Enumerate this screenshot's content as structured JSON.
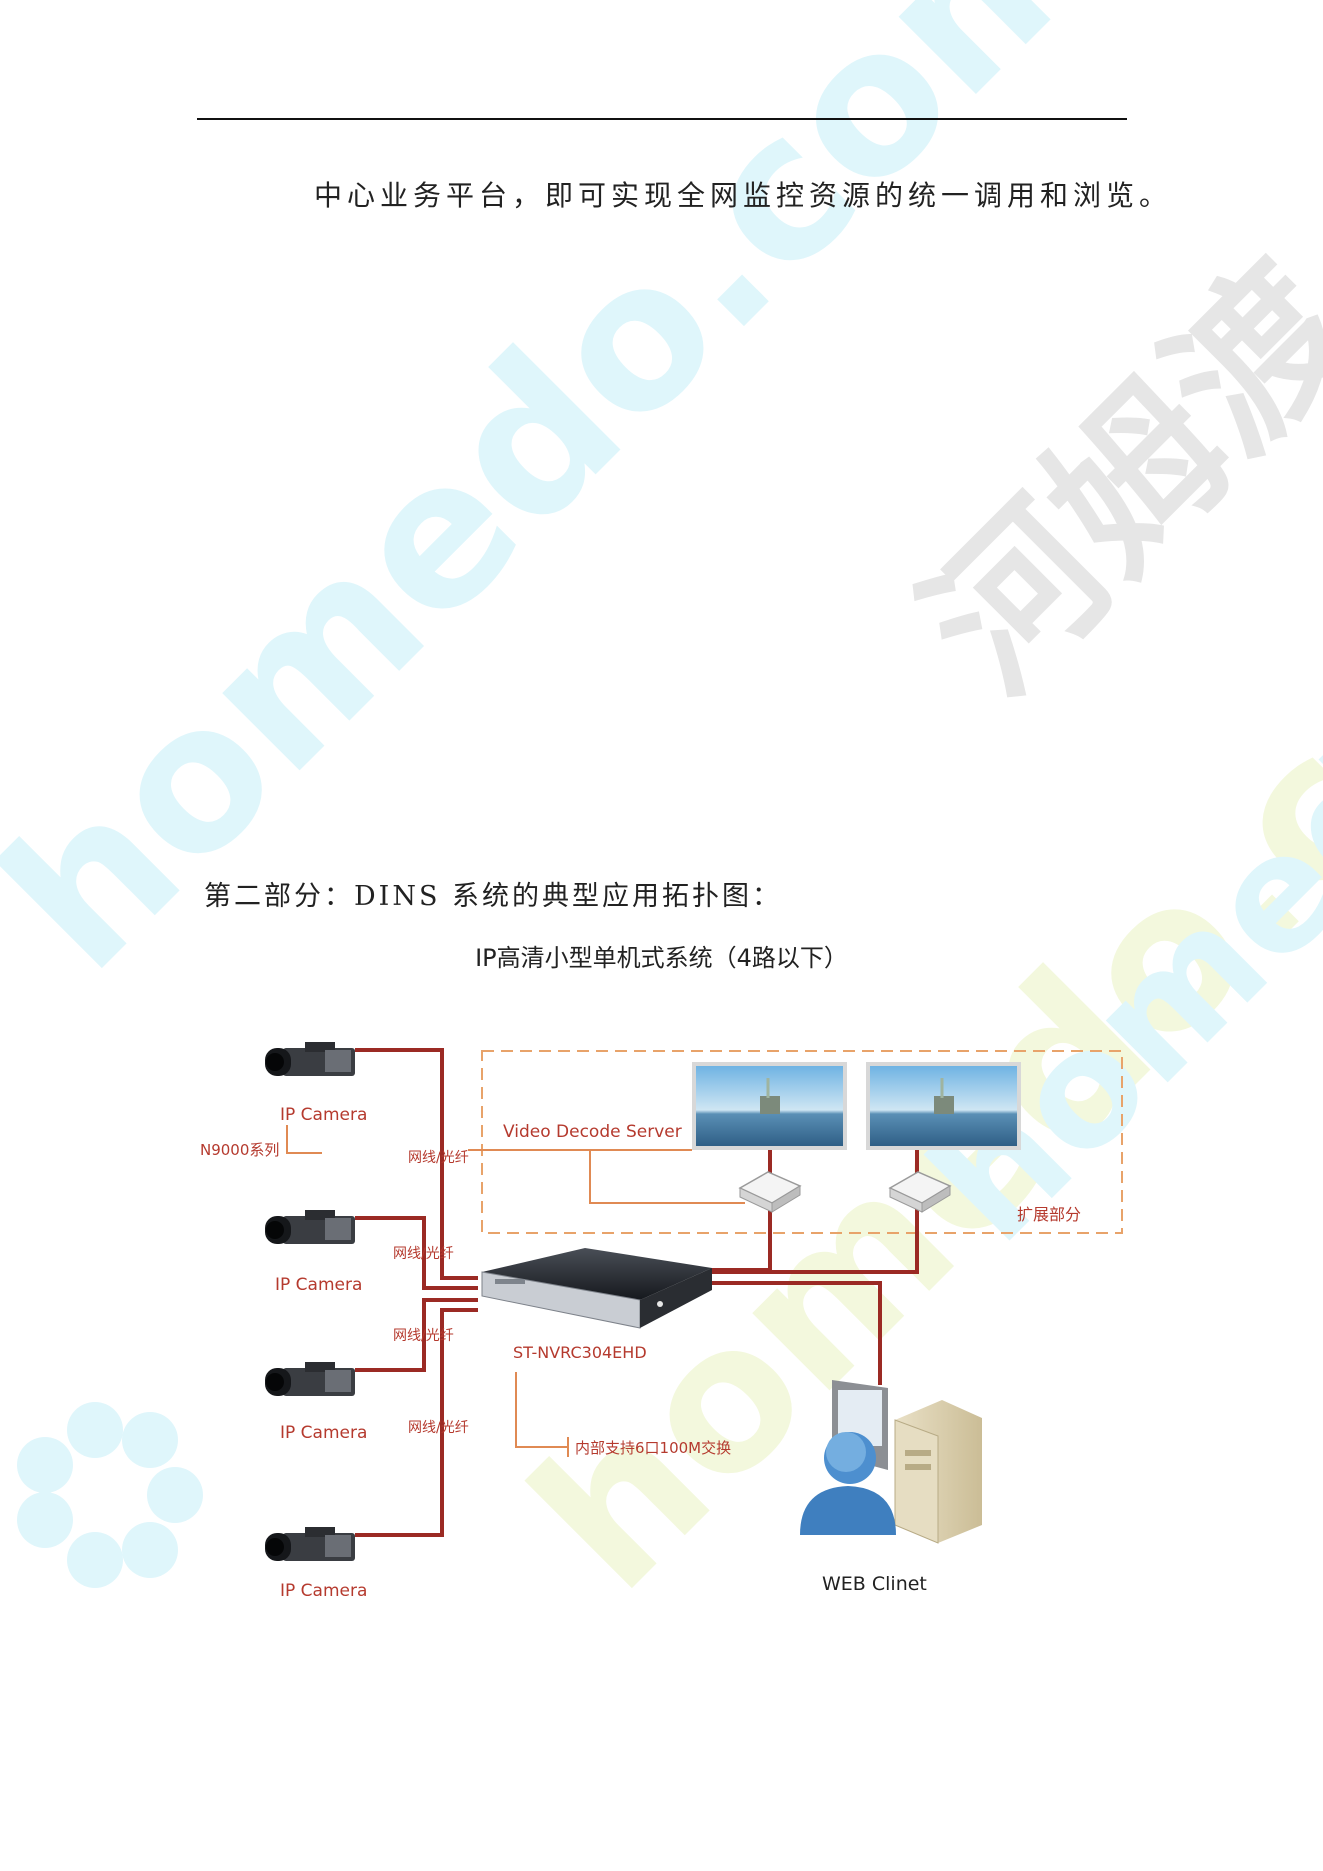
{
  "watermarks": {
    "brand_cn": "河姆渡",
    "domain": "homedo.com"
  },
  "body_text": {
    "paragraph": "中心业务平台，即可实现全网监控资源的统一调用和浏览。",
    "section_heading": "第二部分：DINS 系统的典型应用拓扑图："
  },
  "diagram": {
    "title": "IP高清小型单机式系统（4路以下）",
    "camera_label": "IP Camera",
    "series_label": "N9000系列",
    "link_label": "网线/光纤",
    "decode_server_label": "Video Decode Server",
    "expansion_label": "扩展部分",
    "nvr_model": "ST-NVRC304EHD",
    "nvr_note": "内部支持6口100M交换",
    "client_label": "WEB Clinet"
  },
  "colors": {
    "cable": "#9b2a24",
    "label_red": "#b53a2e",
    "dashed_box": "#e8a36a",
    "watermark_cyan": "#dff6fb",
    "watermark_green": "#f3f8dd",
    "watermark_gray": "#e6e6e6"
  }
}
